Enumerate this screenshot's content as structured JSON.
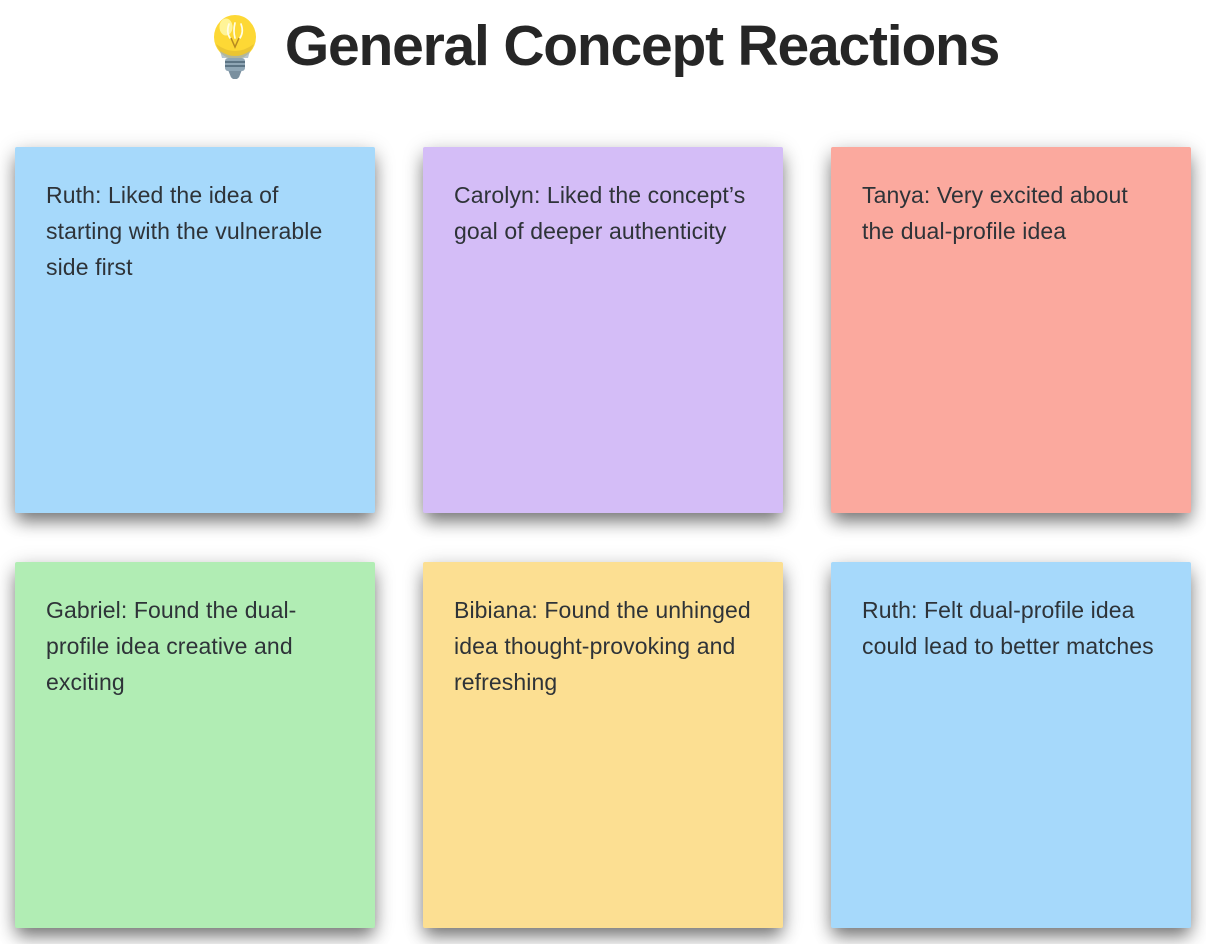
{
  "page": {
    "background": "#ffffff"
  },
  "header": {
    "icon": "lightbulb-icon",
    "title": "General Concept Reactions",
    "title_color": "#262626"
  },
  "board": {
    "text_color": "#2e3338",
    "notes": [
      {
        "text": "Ruth: Liked the idea of starting with the vulnerable side first",
        "color": "#a6d9fb"
      },
      {
        "text": "Carolyn: Liked the concept’s goal of deeper authenticity",
        "color": "#d4bdf7"
      },
      {
        "text": "Tanya: Very excited about the dual-profile idea",
        "color": "#fba99e"
      },
      {
        "text": "Gabriel: Found the dual-profile idea creative and exciting",
        "color": "#b1edb4"
      },
      {
        "text": "Bibiana: Found the unhinged idea thought-provoking and refreshing",
        "color": "#fcdf92"
      },
      {
        "text": "Ruth: Felt dual-profile idea could lead to better matches",
        "color": "#a6d9fb"
      }
    ]
  }
}
